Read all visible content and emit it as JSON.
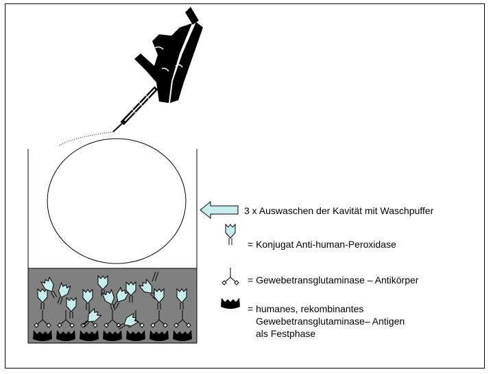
{
  "step": {
    "text": "3 x Auswaschen der Kavität mit Waschpuffer"
  },
  "legend": [
    {
      "icon": "conjugate-icon",
      "text": "= Konjugat Anti-human-Peroxidase"
    },
    {
      "icon": "antibody-icon",
      "text": "= Gewebetransglutaminase – Antikörper"
    },
    {
      "icon": "antigen-icon",
      "lines": [
        "= humanes, rekombinantes",
        "Gewebetransglutaminase– Antigen",
        "als Festphase"
      ]
    }
  ],
  "colors": {
    "conjugate_fill": "#c9ecec",
    "well_fill": "#808080",
    "arrow_fill": "#c9ecec",
    "ink": "#000000"
  }
}
